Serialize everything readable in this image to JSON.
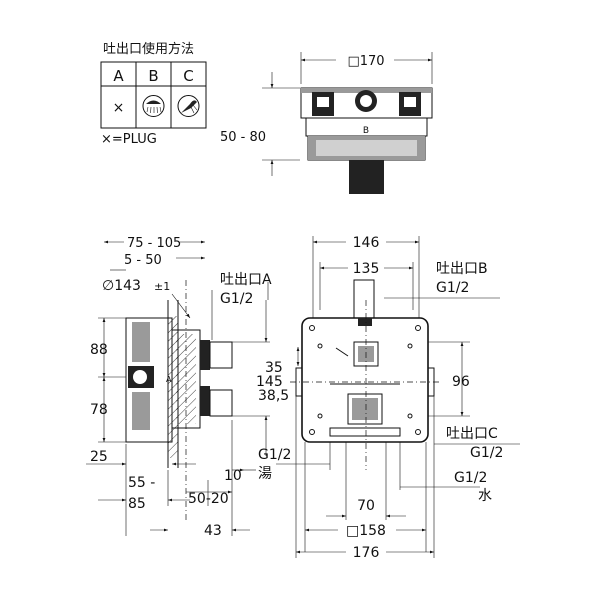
{
  "legend": {
    "title": "吐出口使用方法",
    "columns": [
      "A",
      "B",
      "C"
    ],
    "row_a_mark": "×",
    "icons": [
      "shower-head-icon",
      "hand-shower-icon"
    ],
    "note": "×=PLUG"
  },
  "top_view": {
    "width_label": "□170",
    "depth_label": "50 - 80",
    "port_letter": "B"
  },
  "side_view": {
    "top_dim_1": "75 - 105",
    "top_dim_2": "5 - 50",
    "diameter_label": "∅143",
    "diameter_tol": "±1",
    "left_upper": "88",
    "left_lower": "78",
    "left_bottom": "25",
    "bottom_1a": "55 -",
    "bottom_1b": "85",
    "bottom_2": "50-20",
    "bottom_3": "43",
    "mid_145": "145",
    "mid_35": "35",
    "mid_385": "38,5",
    "mid_10": "10",
    "outlet_a_name": "吐出口A",
    "outlet_a_thread": "G1/2",
    "port_letter_a": "A"
  },
  "front_view": {
    "top_146": "146",
    "top_135": "135",
    "outlet_b_name": "吐出口B",
    "outlet_b_thread": "G1/2",
    "right_96": "96",
    "outlet_c_name": "吐出口C",
    "outlet_c_thread": "G1/2",
    "hot_thread": "G1/2",
    "hot_label": "湯",
    "cold_thread": "G1/2",
    "cold_label": "水",
    "bottom_70": "70",
    "bottom_158": "□158",
    "bottom_176": "176"
  }
}
